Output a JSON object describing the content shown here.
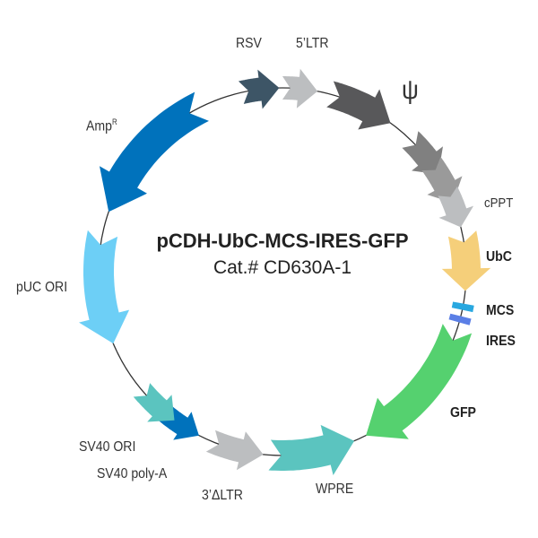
{
  "title": "pCDH-UbC-MCS-IRES-GFP",
  "catalog": "Cat.# CD630A-1",
  "features": [
    {
      "label": "RSV",
      "color": "#3d5566"
    },
    {
      "label": "5’LTR",
      "color": "#bcbec0"
    },
    {
      "label": "ψ",
      "color": "#58585a"
    },
    {
      "label": "",
      "color": "#808080"
    },
    {
      "label": "",
      "color": "#9a9a9a"
    },
    {
      "label": "cPPT",
      "color": "#bcbec0"
    },
    {
      "label": "UbC",
      "color": "#f5cf7a"
    },
    {
      "label": "MCS",
      "color": "#29a8e0"
    },
    {
      "label": "IRES",
      "color": "#5b7fe6"
    },
    {
      "label": "GFP",
      "color": "#55d16f"
    },
    {
      "label": "WPRE",
      "color": "#5bc4bf"
    },
    {
      "label": "3’ΔLTR",
      "color": "#bcbec0"
    },
    {
      "label": "SV40 poly-A",
      "color": "#0072bc"
    },
    {
      "label": "SV40 ORI",
      "color": "#5bc4bf"
    },
    {
      "label": "pUC ORI",
      "color": "#6dcff6"
    },
    {
      "label": "Amp",
      "color": "#0072bc",
      "superscript": "R"
    }
  ]
}
